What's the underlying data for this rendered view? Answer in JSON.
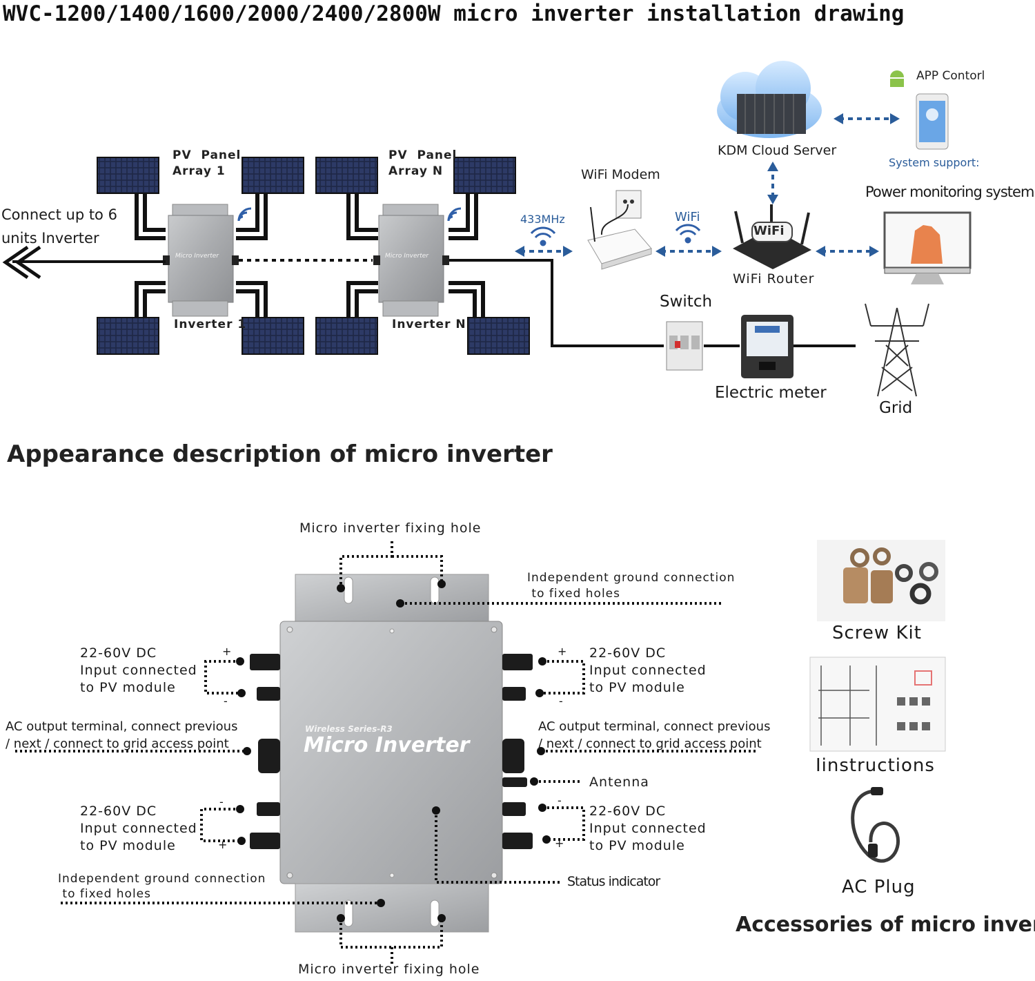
{
  "title": "WVC-1200/1400/1600/2000/2400/2800W micro inverter installation drawing",
  "install": {
    "array1": "PV  Panel\nArray 1",
    "arrayN": "PV  Panel\nArray N",
    "inverter1": "Inverter  1",
    "inverterN": "Inverter  N",
    "connect": "Connect up to 6\nunits Inverter",
    "inverter_face": "Micro Inverter",
    "freq": "433MHz",
    "wifi_modem": "WiFi Modem",
    "wifi": "WiFi",
    "wifi_router": "WiFi Router",
    "router_badge": "WiFi",
    "cloud": "KDM Cloud Server",
    "app": "APP Contorl",
    "system_support": "System support:",
    "power_monitor": "Power monitoring system",
    "switch": "Switch",
    "meter": "Electric meter",
    "grid": "Grid"
  },
  "appearance": {
    "heading": "Appearance description of micro inverter",
    "fix_hole_top": "Micro inverter fixing hole",
    "fix_hole_bottom": "Micro inverter fixing hole",
    "ground_top": "Independent ground connection\n to fixed holes",
    "ground_bottom": "Independent ground connection\n to fixed holes",
    "dc_tl": "22-60V DC\nInput connected\nto PV module",
    "dc_tr": "22-60V DC\nInput connected\nto PV module",
    "dc_bl": "22-60V DC\nInput connected\nto PV module",
    "dc_br": "22-60V DC\nInput connected\nto PV module",
    "ac_left": "AC output terminal, connect previous\n/ next / connect to grid access point",
    "ac_right": "AC output terminal, connect previous\n/ next / connect to grid access point",
    "antenna": "Antenna",
    "status": "Status indicator",
    "series": "Wireless Series-R3",
    "name": "Micro Inverter",
    "plus": "+",
    "minus": "-"
  },
  "accessories": {
    "screw_kit": "Screw Kit",
    "instructions": "Iinstructions",
    "ac_plug": "AC Plug",
    "heading": "Accessories of micro inverter"
  }
}
